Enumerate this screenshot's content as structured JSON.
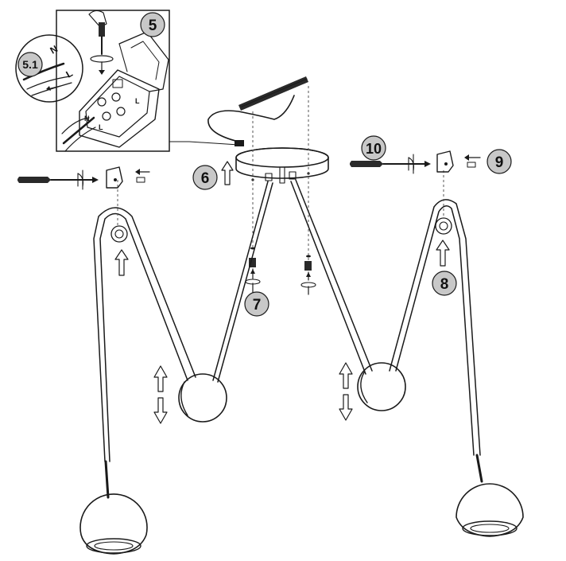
{
  "steps": {
    "s5": "5",
    "s5_1": "5.1",
    "s6": "6",
    "s7": "7",
    "s8": "8",
    "s9": "9",
    "s10": "10"
  },
  "wire_labels": {
    "n": "N",
    "l": "L",
    "terminal_n": "N",
    "terminal_l": "L"
  },
  "colors": {
    "badge_fill": "#c8c8c8",
    "line": "#1a1a1a",
    "screwdriver_handle": "#2a2a2a"
  }
}
